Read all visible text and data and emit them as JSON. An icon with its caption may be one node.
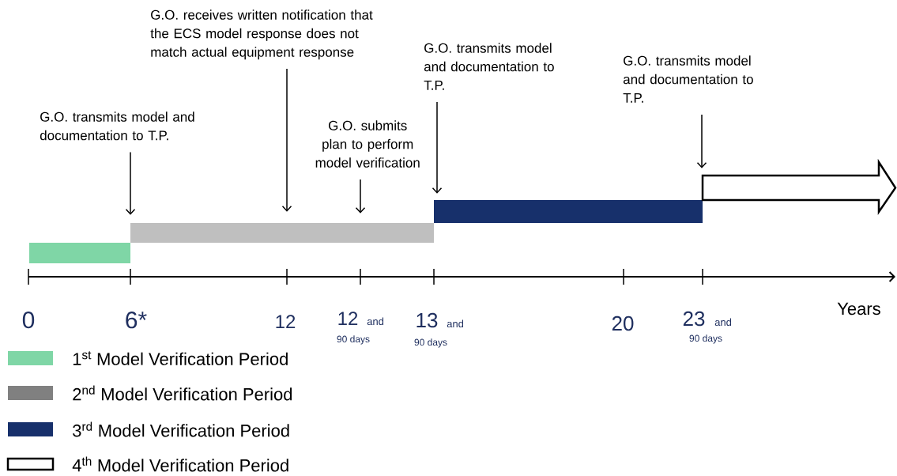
{
  "diagram": {
    "nodes": [
      {
        "text": [
          "G.O. transmits model and documentation to T.P."
        ]
      },
      {
        "text": [
          "G.O. receives written notification that the ECS model response does not match actual equipment response"
        ]
      },
      {
        "text": [
          "G.O. submits plan to perform model verification"
        ]
      },
      {
        "text": [
          "G.O. transmits model and documentation to T.P."
        ]
      },
      {
        "text": [
          "G.O. transmits model and documentation to T.P."
        ]
      },
      {
        "text": [],
        "shape": "bar"
      },
      {
        "text": [],
        "shape": "bar"
      },
      {
        "text": [],
        "shape": "bar"
      },
      {
        "text": [],
        "shape": "arrow"
      }
    ],
    "edges": [
      {
        "from": 0,
        "to": 6,
        "arrow": "to"
      },
      {
        "from": 1,
        "to": 6,
        "arrow": "to"
      },
      {
        "from": 2,
        "to": 6,
        "arrow": "to"
      },
      {
        "from": 3,
        "to": 7,
        "arrow": "to"
      },
      {
        "from": 4,
        "to": 8,
        "arrow": "to"
      }
    ],
    "labels": [
      "0",
      "6*",
      "12",
      "12",
      "and",
      "90 days",
      "13",
      "and",
      "90 days",
      "20",
      "23",
      "and",
      "90 days",
      "Years"
    ],
    "legend": [
      {
        "text": "1$^{st}$ Model Verification Period",
        "color": "#7fd6a6"
      },
      {
        "text": "2$^{nd}$ Model Verification Period",
        "color": "#808080"
      },
      {
        "text": "3$^{rd}$ Model Verification Period",
        "color": "#17306b"
      },
      {
        "text": "4$^{th}$ Model Verification Period"
      }
    ]
  }
}
